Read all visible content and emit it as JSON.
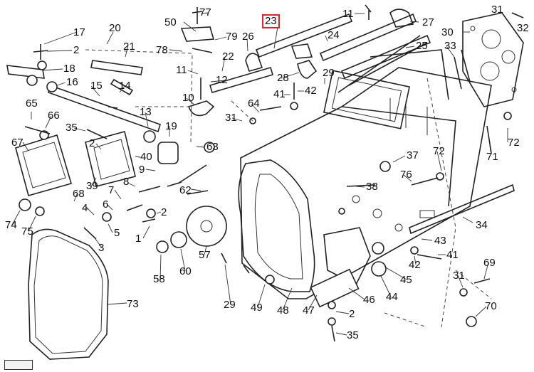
{
  "diagram": {
    "highlight_label": "23",
    "callouts": [
      "77",
      "50",
      "23",
      "11",
      "27",
      "31",
      "32",
      "30",
      "17",
      "20",
      "21",
      "78",
      "79",
      "26",
      "24",
      "2",
      "22",
      "25",
      "18",
      "16",
      "11",
      "12",
      "33",
      "15",
      "14",
      "28",
      "29",
      "10",
      "41",
      "42",
      "65",
      "66",
      "13",
      "19",
      "64",
      "31",
      "35",
      "2",
      "63",
      "37",
      "72",
      "67",
      "40",
      "71",
      "9",
      "72",
      "39",
      "8",
      "76",
      "38",
      "68",
      "7",
      "62",
      "6",
      "34",
      "4",
      "74",
      "75",
      "5",
      "1",
      "43",
      "3",
      "2",
      "57",
      "42",
      "41",
      "58",
      "60",
      "45",
      "31",
      "69",
      "29",
      "49",
      "48",
      "47",
      "46",
      "44",
      "73",
      "70",
      "2",
      "35"
    ]
  }
}
